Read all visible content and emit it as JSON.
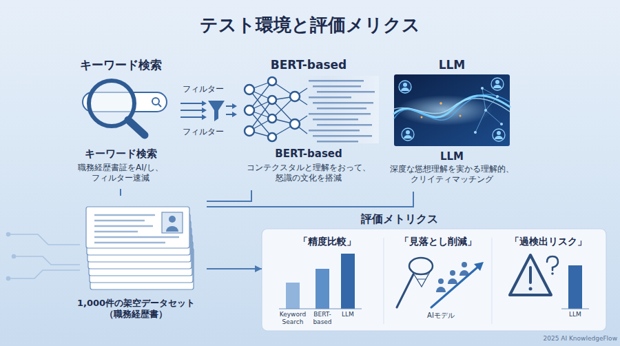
{
  "diagram": {
    "title": "テスト環境と評価メリクス",
    "nodes": [
      {
        "text": [
          "キーワード検索",
          "キーワード検索",
          "職務経歴書証をAI/し、 フィルター速減"
        ]
      },
      {
        "text": [
          "BERT-based",
          "BERT-based",
          "コンテクスタルと理解をおって、 怒識の文化を搭減"
        ]
      },
      {
        "text": [
          "LLM",
          "LLM",
          "深度な慫想理解を実かる理解的、 クリイティマッチング"
        ]
      },
      {
        "text": [
          "1,000件の架空データセット （職務経歴書）"
        ]
      },
      {
        "text": [
          "評価メトリクス"
        ]
      },
      {
        "text": [
          "「精度比較」",
          "Keyword Search",
          "BERT-based",
          "LLM"
        ],
        "in": 4
      },
      {
        "text": [
          "「見落とし削減」",
          "AIモデル"
        ],
        "in": 4
      },
      {
        "text": [
          "「過検出リスク」",
          "LLM"
        ],
        "in": 4
      }
    ],
    "edges": [
      {
        "from": 0,
        "to": 3,
        "arrow": "none"
      },
      {
        "from": 1,
        "to": 3,
        "arrow": "none"
      },
      {
        "from": 2,
        "to": 3,
        "arrow": "none"
      },
      {
        "from": 3,
        "to": 4,
        "arrow": "to"
      }
    ],
    "labels": [
      "フィルター",
      "フィルター",
      "2025 AI KnowledgeFlow"
    ]
  }
}
